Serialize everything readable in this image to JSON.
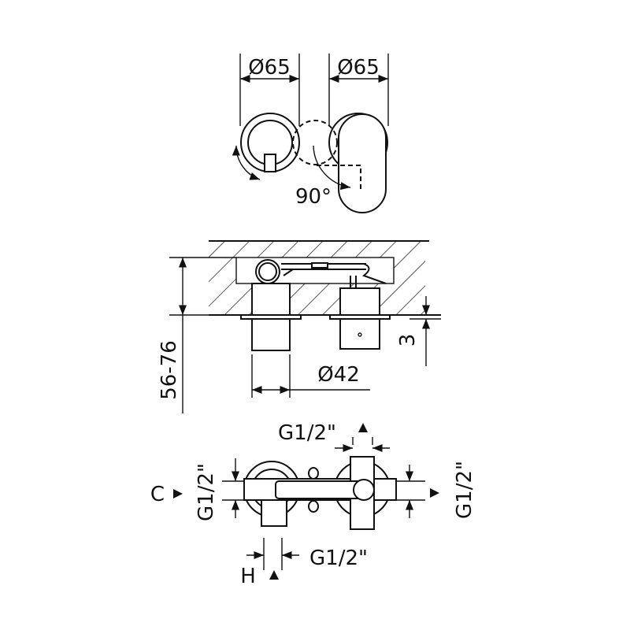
{
  "top_view": {
    "left_diameter": "Ø65",
    "right_diameter": "Ø65",
    "rotation": "90°"
  },
  "side_view": {
    "depth_range": "56-76",
    "gap": "3",
    "spout_diameter": "Ø42"
  },
  "bottom_view": {
    "top_connection": "G1/2\"",
    "left_connection": "G1/2\"",
    "right_connection": "G1/2\"",
    "bottom_connection": "G1/2\"",
    "cold_label": "C",
    "hot_label": "H"
  }
}
